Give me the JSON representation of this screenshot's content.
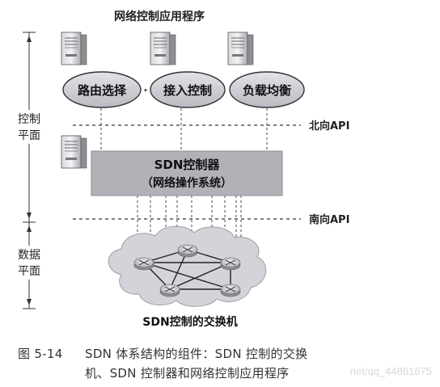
{
  "title": "网络控制应用程序",
  "apps": [
    {
      "label": "路由选择"
    },
    {
      "label": "接入控制"
    },
    {
      "label": "负载均衡"
    }
  ],
  "ellipsis": "• • • •",
  "controller": {
    "line1": "SDN控制器",
    "line2": "（网络操作系统）"
  },
  "northbound_label": "北向API",
  "southbound_label": "南向API",
  "control_plane_label": [
    "控制",
    "平面"
  ],
  "data_plane_label": [
    "数据",
    "平面"
  ],
  "switches_label": "SDN控制的交换机",
  "caption": {
    "figure_number": "图 5-14",
    "line1": "SDN 体系结构的组件：SDN 控制的交换",
    "line2": "机、SDN 控制器和网络控制应用程序"
  },
  "watermark": "net/qq_44861675",
  "colors": {
    "controller_fill": "#b0b2b8",
    "app_ellipse_fill": "#c9cbd1",
    "cloud_fill": "#d3d4d9",
    "server_body": "#9ea0a6",
    "line": "#333333"
  },
  "icons": [
    "server-icon",
    "switch-icon"
  ]
}
